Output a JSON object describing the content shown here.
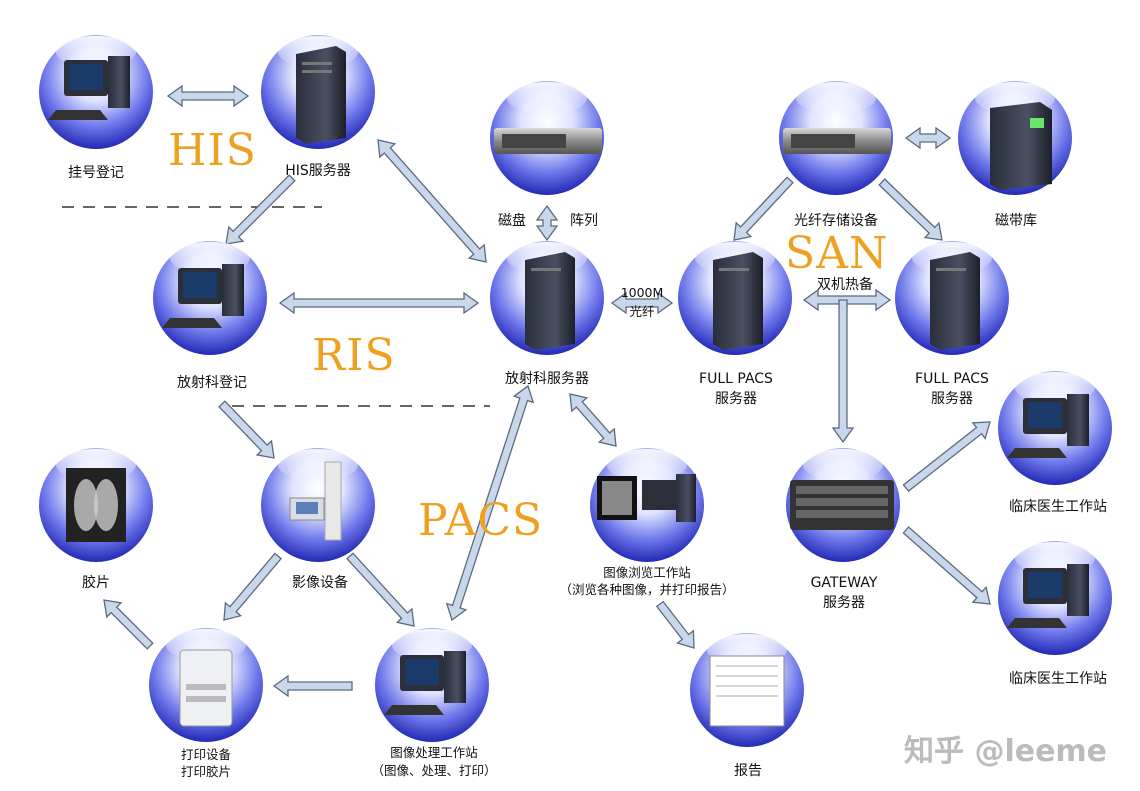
{
  "sections": {
    "his": "HIS",
    "ris": "RIS",
    "pacs": "PACS",
    "san": "SAN"
  },
  "labels": {
    "registration": "挂号登记",
    "his_server": "HIS服务器",
    "disk": "磁盘",
    "array": "阵列",
    "fiber_storage": "光纤存储设备",
    "tape_library": "磁带库",
    "radiology_registration": "放射科登记",
    "radiology_server": "放射科服务器",
    "link_speed": "1000M",
    "link_medium": "光纤",
    "full_pacs_1_line1": "FULL PACS",
    "full_pacs_1_line2": "服务器",
    "hot_standby": "双机热备",
    "full_pacs_2_line1": "FULL PACS",
    "full_pacs_2_line2": "服务器",
    "clinical_ws_1": "临床医生工作站",
    "imaging_device": "影像设备",
    "film": "胶片",
    "viewing_ws_line1": "图像浏览工作站",
    "viewing_ws_line2": "（浏览各种图像，并打印报告）",
    "gateway_line1": "GATEWAY",
    "gateway_line2": "服务器",
    "clinical_ws_2": "临床医生工作站",
    "printer_line1": "打印设备",
    "printer_line2": "打印胶片",
    "processing_ws_line1": "图像处理工作站",
    "processing_ws_line2": "（图像、处理、打印）",
    "report": "报告"
  },
  "watermark": "知乎 @leeme",
  "colors": {
    "section_text": "#f0a020",
    "arrow_fill": "#c9d7ea",
    "arrow_stroke": "#5a6a80",
    "orb_core": "#eef2ff",
    "orb_edge": "#2b33c8"
  }
}
